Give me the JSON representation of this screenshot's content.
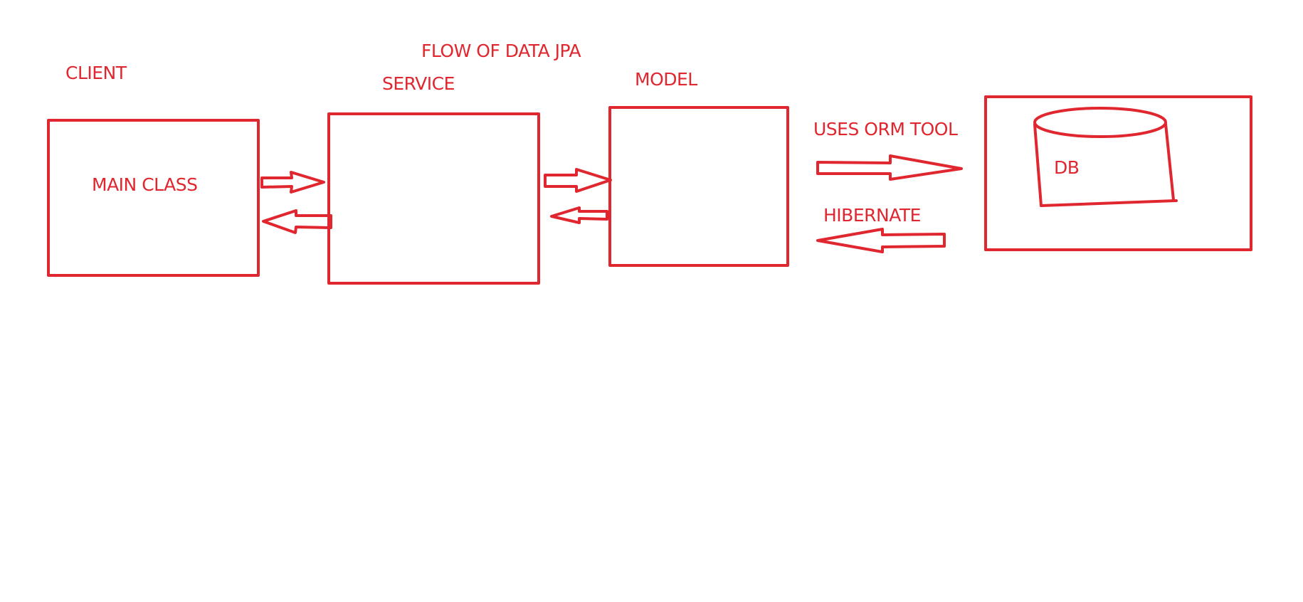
{
  "theme": {
    "ink_color": "#e0262f",
    "background": "#ffffff"
  },
  "diagram": {
    "title": "FLOW  OF DATA JPA",
    "client_label": "CLIENT",
    "service_label": "SERVICE",
    "model_label": "MODEL",
    "main_class_label": "MAIN CLASS",
    "orm_label": "USES ORM TOOL",
    "hibernate_label": "HIBERNATE",
    "db_label": "DB"
  }
}
